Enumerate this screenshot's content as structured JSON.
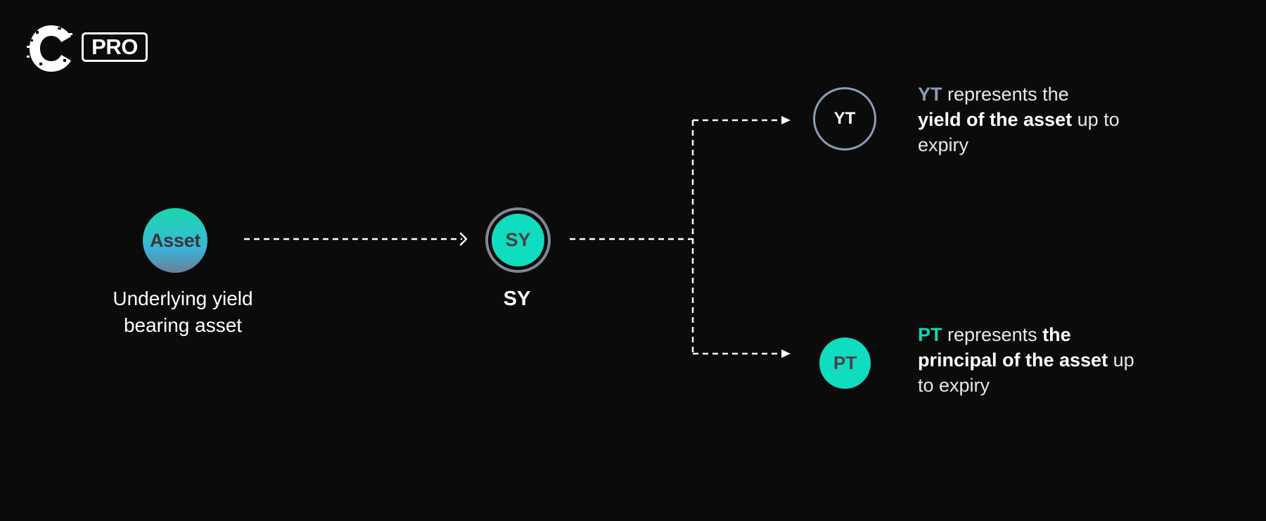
{
  "logo": {
    "icon": "c-logo-icon",
    "badge_label": "PRO"
  },
  "colors": {
    "background": "#0b0b0b",
    "teal": "#10dcbf",
    "yt_accent": "#8a9cb5",
    "sy_ring": "#7f8796",
    "node_text_dark": "#4a4044",
    "connector": "#ffffff"
  },
  "nodes": {
    "asset": {
      "circle_label": "Asset",
      "caption_line1": "Underlying yield",
      "caption_line2": "bearing asset"
    },
    "sy": {
      "circle_label": "SY",
      "caption": "SY"
    },
    "yt": {
      "circle_label": "YT",
      "desc": {
        "token": "YT",
        "line1_rest": " represents the",
        "line2_bold": "yield of the asset",
        "line2_rest": " up to",
        "line3": "expiry"
      }
    },
    "pt": {
      "circle_label": "PT",
      "desc": {
        "token": "PT",
        "line1_rest": " represents ",
        "line1_bold": "the",
        "line2_bold": "principal of the asset",
        "line2_rest": " up",
        "line3": "to expiry"
      }
    }
  },
  "connectors": [
    {
      "from": "asset",
      "to": "sy",
      "style": "dashed",
      "arrow": "open-chevron"
    },
    {
      "from": "sy",
      "to": "yt",
      "style": "dashed",
      "arrow": "filled-triangle"
    },
    {
      "from": "sy",
      "to": "pt",
      "style": "dashed",
      "arrow": "filled-triangle"
    }
  ]
}
